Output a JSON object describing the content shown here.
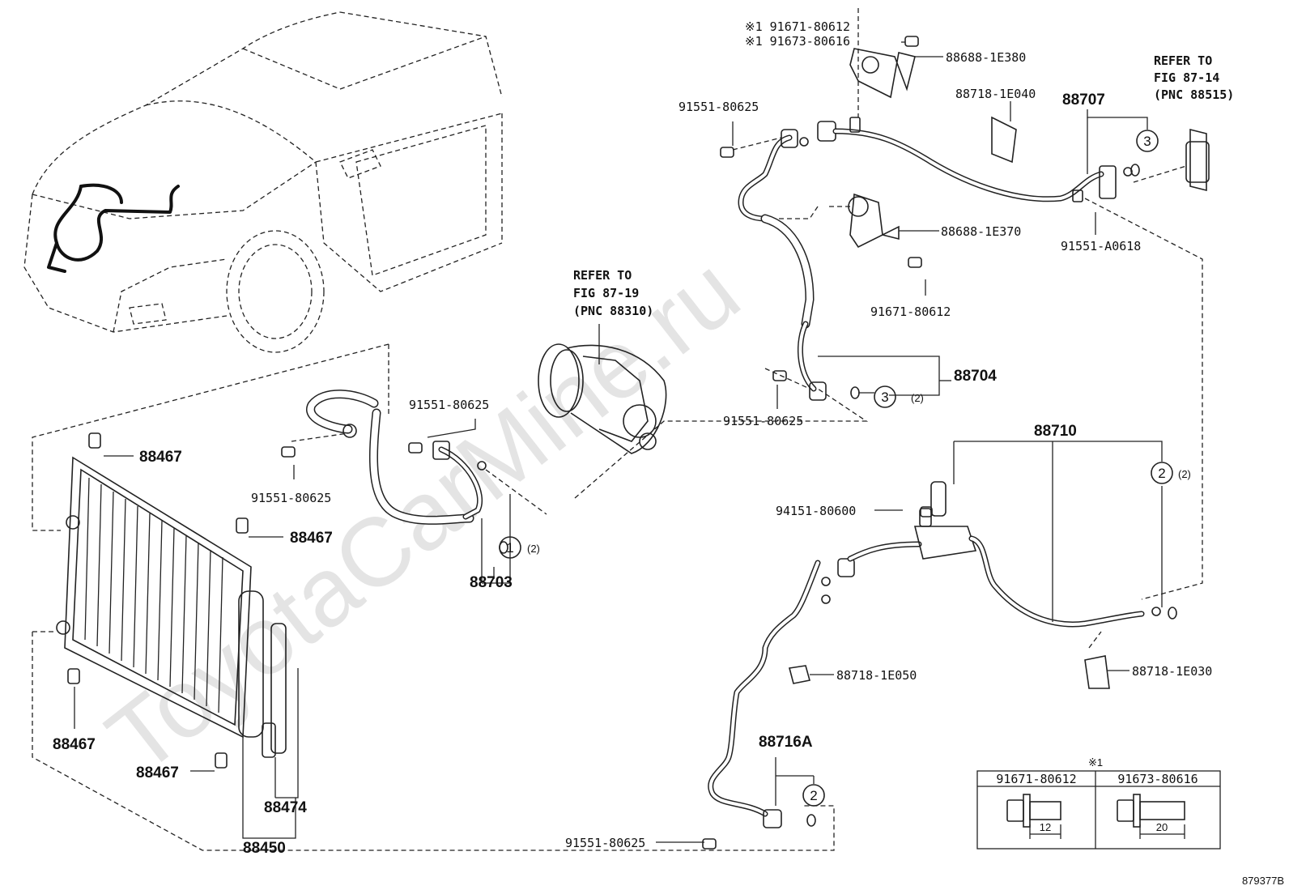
{
  "watermark": "ToyotaCarMine.ru",
  "figure_id": "879377B",
  "ref_compressor": {
    "l1": "REFER TO",
    "l2": "FIG 87-19",
    "l3": "(PNC 88310)"
  },
  "ref_valve": {
    "l1": "REFER TO",
    "l2": "FIG 87-14",
    "l3": "(PNC 88515)"
  },
  "parts": {
    "p_91671_top": "※1 91671-80612",
    "p_91673_top": "※1 91673-80616",
    "p_88688_1E380": "88688-1E380",
    "p_91551_a": "91551-80625",
    "p_88718_1E040": "88718-1E040",
    "p_88707": "88707",
    "p_88688_1E370": "88688-1E370",
    "p_91551_A0618": "91551-A0618",
    "p_91671_mid": "91671-80612",
    "p_88704": "88704",
    "p_91551_b": "91551-80625",
    "p_91551_c": "91551-80625",
    "p_91551_d": "91551-80625",
    "p_88703": "88703",
    "p_88467_a": "88467",
    "p_88467_b": "88467",
    "p_88467_c": "88467",
    "p_88467_d": "88467",
    "p_88474": "88474",
    "p_88450": "88450",
    "p_88710": "88710",
    "p_94151": "94151-80600",
    "p_88718_1E050": "88718-1E050",
    "p_88718_1E030": "88718-1E030",
    "p_88716A": "88716A",
    "p_91551_e": "91551-80625"
  },
  "callouts": {
    "c1": "1",
    "c1q": "(2)",
    "c3a": "3",
    "c3b": "3",
    "c3bq": "(2)",
    "c2a": "2",
    "c2aq": "(2)",
    "c2b": "2"
  },
  "legend": {
    "title": "※1",
    "col1": "91671-80612",
    "col2": "91673-80616",
    "dim1": "12",
    "dim2": "20"
  }
}
